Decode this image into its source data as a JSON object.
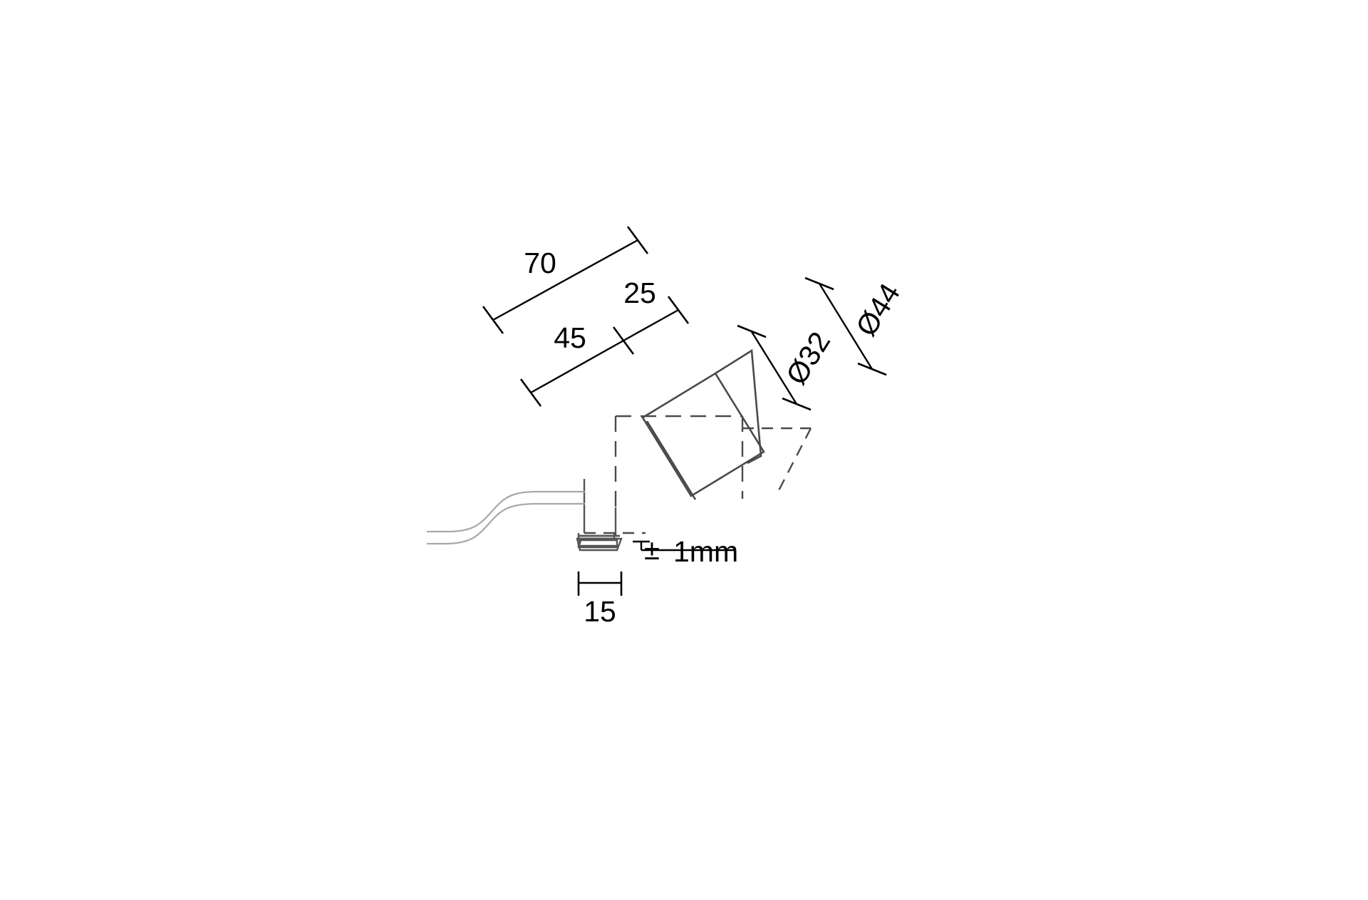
{
  "document": {
    "type": "technical-drawing",
    "subject": "adjustable in-ground spot luminaire, side elevation with dimensions",
    "units": "mm",
    "background_color": "#ffffff",
    "line_color": "#4a4a4a",
    "dimension_color": "#000000",
    "cable_color": "#a8a8a8"
  },
  "dimensions": {
    "length_70": {
      "label": "70",
      "value": 70,
      "orientation": "diagonal",
      "note": "overall projected length, outermost diagonal dimension"
    },
    "length_45": {
      "label": "45",
      "value": 45,
      "orientation": "diagonal",
      "note": "inner diagonal dimension below 70"
    },
    "length_25": {
      "label": "25",
      "value": 25,
      "orientation": "diagonal",
      "note": "short diagonal dimension to the right of 45"
    },
    "diameter_32": {
      "label": "Ø32",
      "value": 32,
      "symbol": "Ø",
      "orientation": "diagonal",
      "note": "inner diameter of the tilted head"
    },
    "diameter_44": {
      "label": "Ø44",
      "value": 44,
      "symbol": "Ø",
      "orientation": "diagonal",
      "note": "outer diameter of the tilted head"
    },
    "width_15": {
      "label": "15",
      "value": 15,
      "orientation": "horizontal",
      "note": "base / stem width dimension at bottom"
    },
    "tolerance_1mm": {
      "label": "1mm",
      "symbol": "±",
      "value": 1,
      "orientation": "horizontal",
      "note": "tolerance callout with leader pointing at base plate"
    }
  },
  "annotations": {
    "tolerance_prefix": "±",
    "diameter_symbol": "Ø"
  }
}
